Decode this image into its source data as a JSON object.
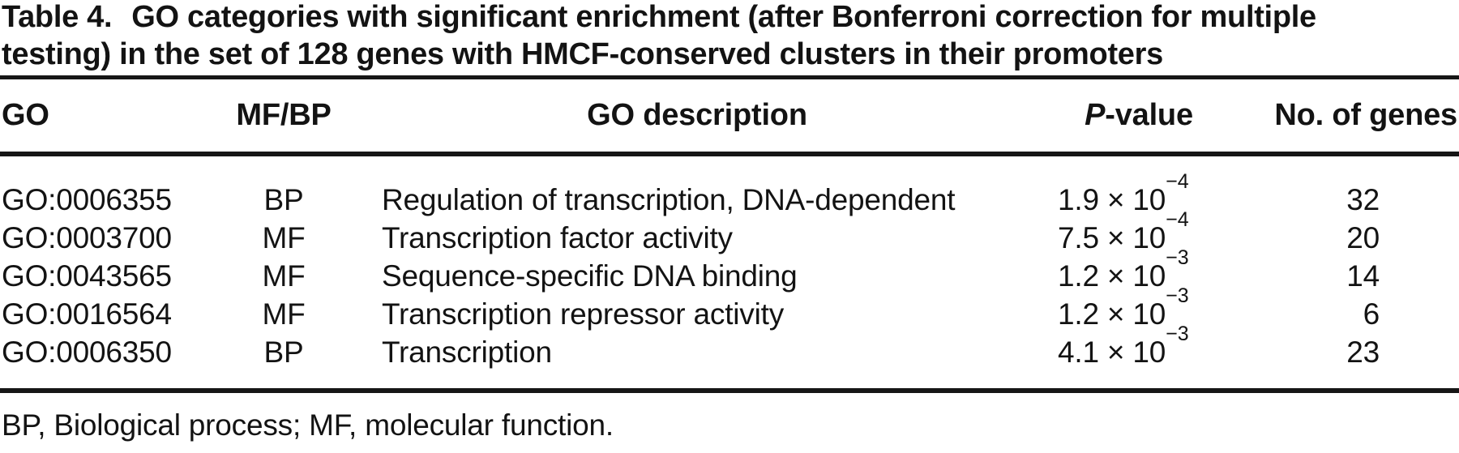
{
  "title": {
    "label": "Table 4.",
    "caption_line1": "GO categories with significant enrichment (after Bonferroni correction for multiple",
    "caption_line2": "testing) in the set of 128 genes with HMCF-conserved clusters in their promoters"
  },
  "table": {
    "columns": {
      "go": "GO",
      "category": "MF/BP",
      "description": "GO description",
      "p_value_italic": "P",
      "p_value_rest": "-value",
      "num_genes": "No. of genes"
    },
    "rows": [
      {
        "go_id": "GO:0006355",
        "category": "BP",
        "description": "Regulation of transcription, DNA-dependent",
        "p_base": "1.9 × 10",
        "p_exp": "−4",
        "num_genes": "32"
      },
      {
        "go_id": "GO:0003700",
        "category": "MF",
        "description": "Transcription factor activity",
        "p_base": "7.5 × 10",
        "p_exp": "−4",
        "num_genes": "20"
      },
      {
        "go_id": "GO:0043565",
        "category": "MF",
        "description": "Sequence-specific DNA binding",
        "p_base": "1.2 × 10",
        "p_exp": "−3",
        "num_genes": "14"
      },
      {
        "go_id": "GO:0016564",
        "category": "MF",
        "description": "Transcription repressor activity",
        "p_base": "1.2 × 10",
        "p_exp": "−3",
        "num_genes": "6"
      },
      {
        "go_id": "GO:0006350",
        "category": "BP",
        "description": "Transcription",
        "p_base": "4.1 × 10",
        "p_exp": "−3",
        "num_genes": "23"
      }
    ]
  },
  "footnote": "BP, Biological process; MF, molecular function."
}
